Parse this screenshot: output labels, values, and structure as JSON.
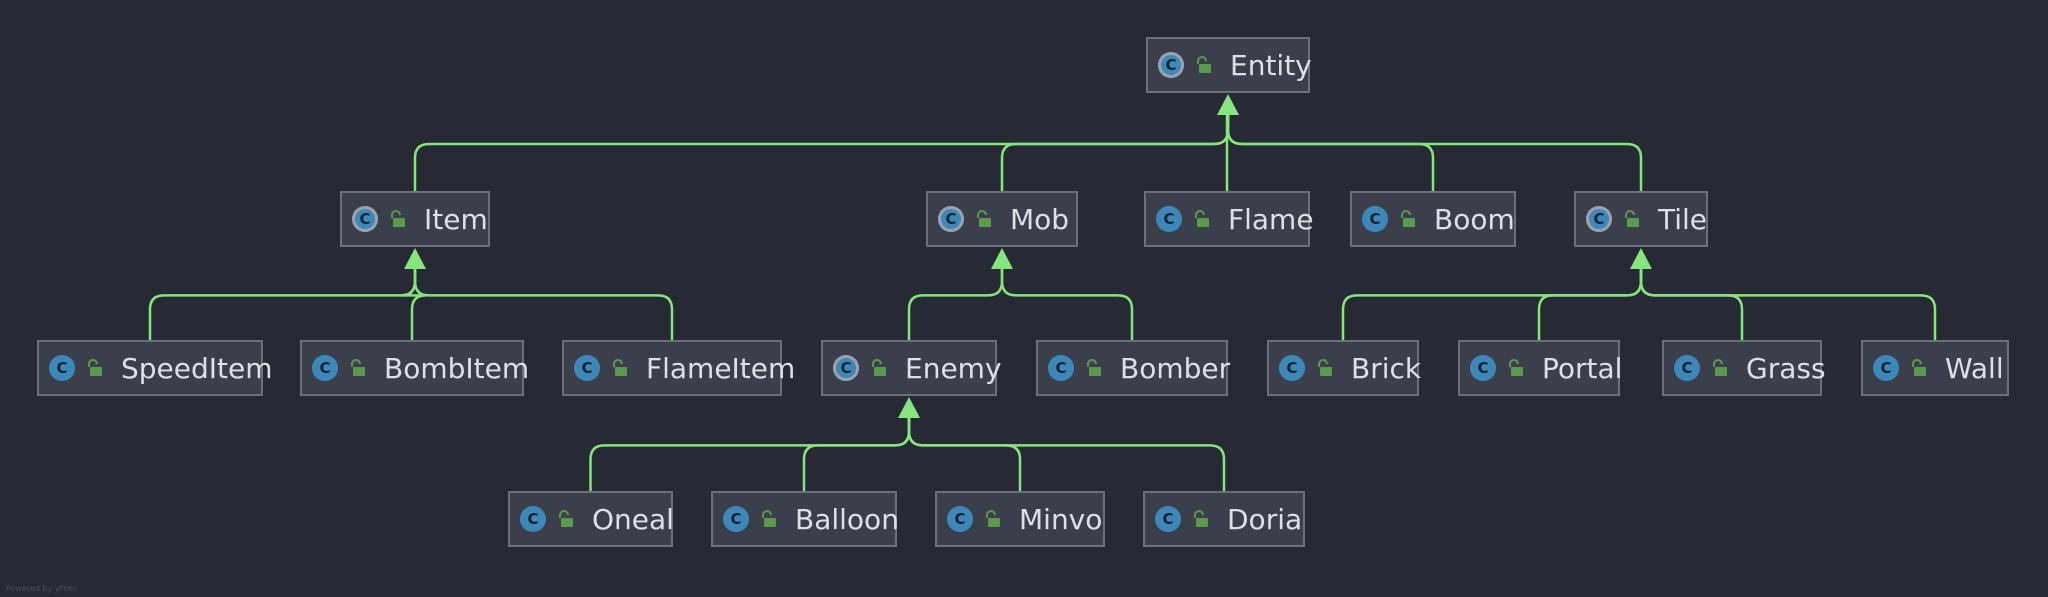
{
  "diagram": {
    "background": "#272a34",
    "edge_color": "#86e67d",
    "node_fill": "#3b3f4c",
    "node_border": "#6c707b",
    "icon_color": "#3d88b8",
    "icon_letter": "C",
    "nodes": [
      {
        "id": "entity",
        "label": "Entity",
        "abstract": true
      },
      {
        "id": "item",
        "label": "Item",
        "abstract": true
      },
      {
        "id": "mob",
        "label": "Mob",
        "abstract": true
      },
      {
        "id": "flame",
        "label": "Flame",
        "abstract": false
      },
      {
        "id": "boom",
        "label": "Boom",
        "abstract": false
      },
      {
        "id": "tile",
        "label": "Tile",
        "abstract": true
      },
      {
        "id": "speeditem",
        "label": "SpeedItem",
        "abstract": false
      },
      {
        "id": "bombitem",
        "label": "BombItem",
        "abstract": false
      },
      {
        "id": "flameitem",
        "label": "FlameItem",
        "abstract": false
      },
      {
        "id": "enemy",
        "label": "Enemy",
        "abstract": true
      },
      {
        "id": "bomber",
        "label": "Bomber",
        "abstract": false
      },
      {
        "id": "brick",
        "label": "Brick",
        "abstract": false
      },
      {
        "id": "portal",
        "label": "Portal",
        "abstract": false
      },
      {
        "id": "grass",
        "label": "Grass",
        "abstract": false
      },
      {
        "id": "wall",
        "label": "Wall",
        "abstract": false
      },
      {
        "id": "oneal",
        "label": "Oneal",
        "abstract": false
      },
      {
        "id": "balloon",
        "label": "Balloon",
        "abstract": false
      },
      {
        "id": "minvo",
        "label": "Minvo",
        "abstract": false
      },
      {
        "id": "doria",
        "label": "Doria",
        "abstract": false
      }
    ],
    "edges": [
      {
        "from": "item",
        "to": "entity"
      },
      {
        "from": "mob",
        "to": "entity"
      },
      {
        "from": "flame",
        "to": "entity"
      },
      {
        "from": "boom",
        "to": "entity"
      },
      {
        "from": "tile",
        "to": "entity"
      },
      {
        "from": "speeditem",
        "to": "item"
      },
      {
        "from": "bombitem",
        "to": "item"
      },
      {
        "from": "flameitem",
        "to": "item"
      },
      {
        "from": "enemy",
        "to": "mob"
      },
      {
        "from": "bomber",
        "to": "mob"
      },
      {
        "from": "brick",
        "to": "tile"
      },
      {
        "from": "portal",
        "to": "tile"
      },
      {
        "from": "grass",
        "to": "tile"
      },
      {
        "from": "wall",
        "to": "tile"
      },
      {
        "from": "oneal",
        "to": "enemy"
      },
      {
        "from": "balloon",
        "to": "enemy"
      },
      {
        "from": "minvo",
        "to": "enemy"
      },
      {
        "from": "doria",
        "to": "enemy"
      }
    ],
    "footnote": "Powered by yFiles"
  }
}
